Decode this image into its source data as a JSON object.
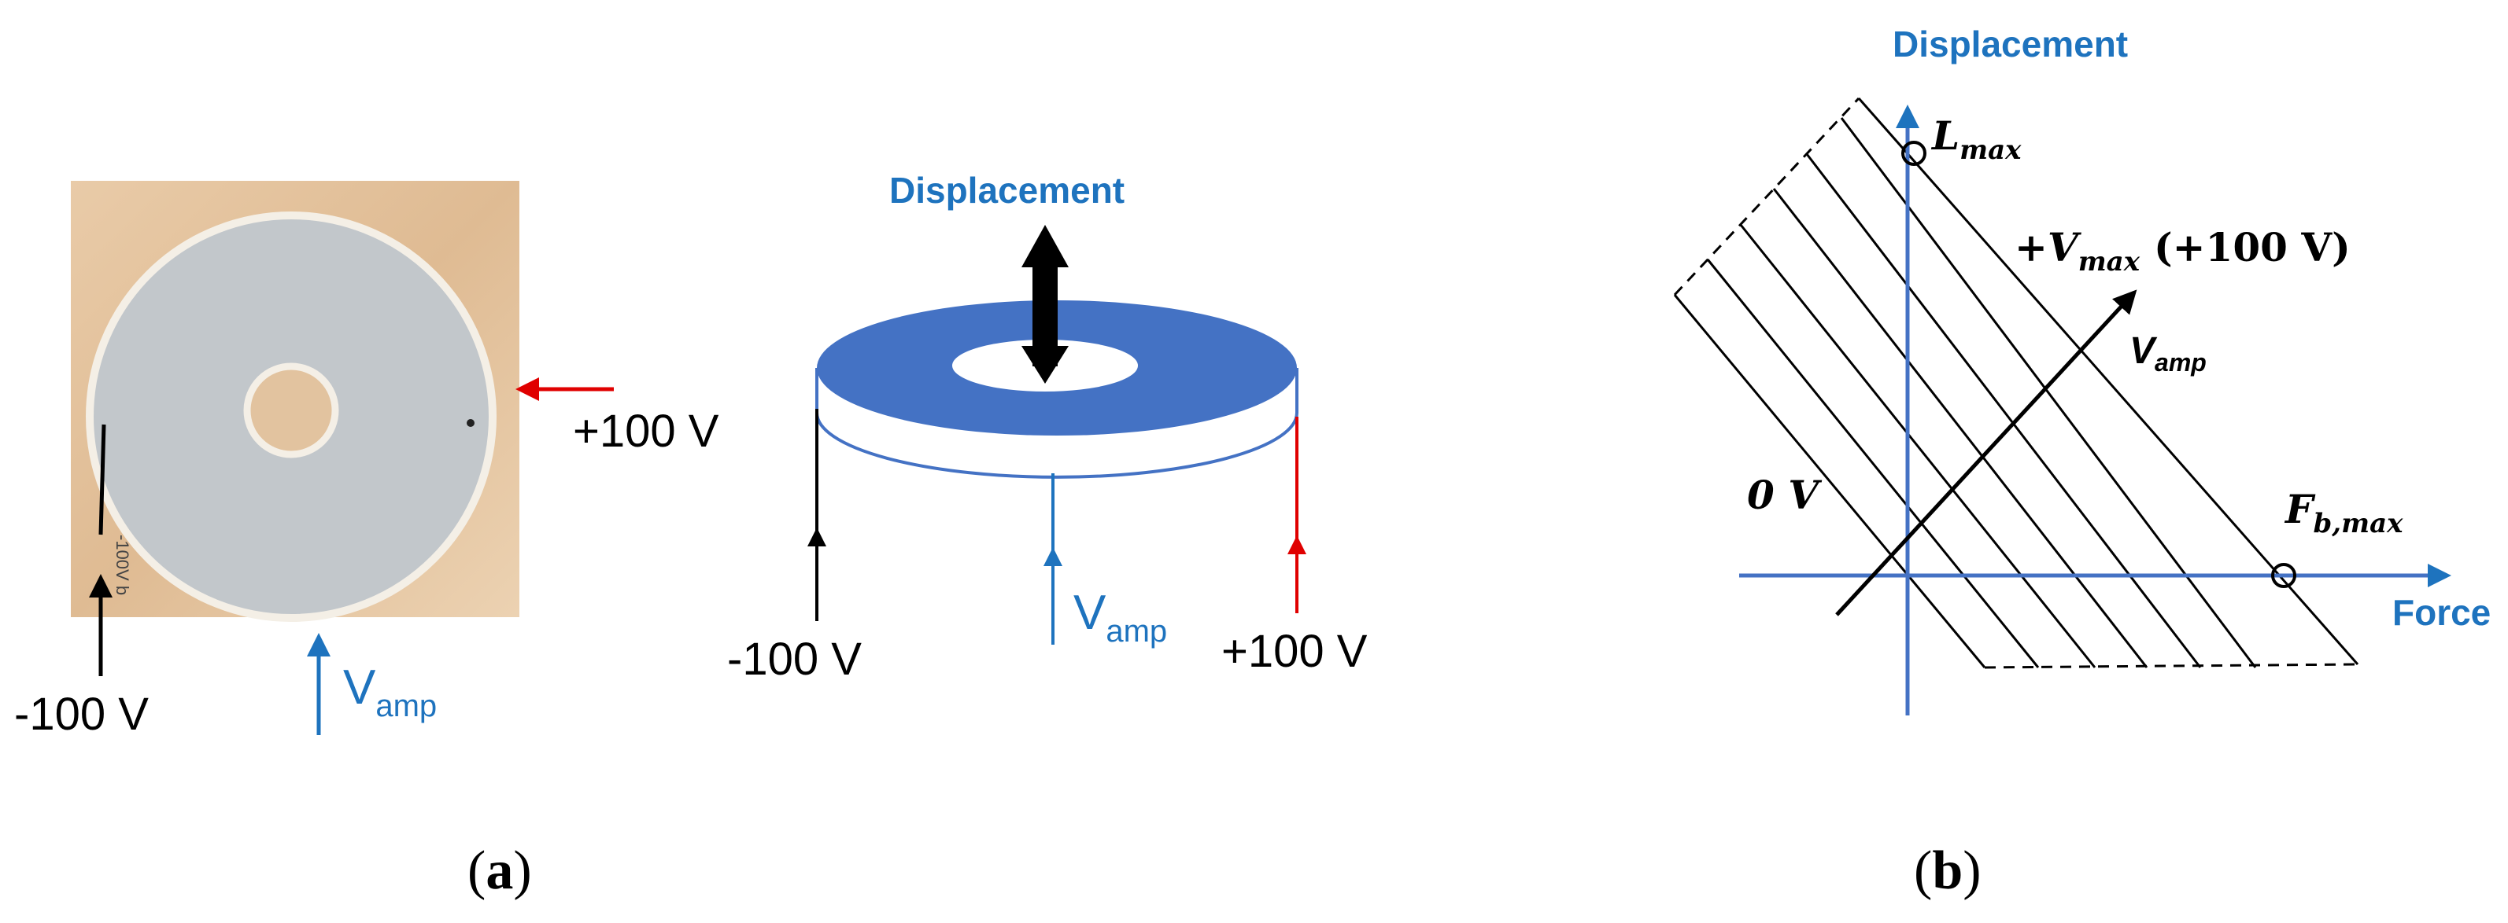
{
  "colors": {
    "blue": "#1e73be",
    "ring_fill": "#4472c4",
    "red": "#e00000",
    "black": "#000000",
    "disc_gray": "#c3c8cc",
    "wood": "#e7c9a6",
    "axis_blue": "#4472c4"
  },
  "panel_a": {
    "caption_open": "(",
    "caption_letter": "a",
    "caption_close": ")",
    "photo": {
      "neg_label": "-100 V",
      "pos_label": "+100 V",
      "vamp_main": "V",
      "vamp_sub": "amp",
      "disc_marking": "-100V b"
    },
    "schematic": {
      "title": "Displacement",
      "neg_label": "-100 V",
      "pos_label": "+100 V",
      "vamp_main": "V",
      "vamp_sub": "amp"
    }
  },
  "panel_b": {
    "caption_open": "(",
    "caption_letter": "b",
    "caption_close": ")",
    "y_axis_label": "Displacement",
    "x_axis_label": "Force",
    "lmax_main": "L",
    "lmax_sub": "max",
    "fb_main": "F",
    "fb_sub": "b,max",
    "vmax_prefix": "+V",
    "vmax_sub": "max",
    "vmax_value": "(+100 V)",
    "vamp_main": "V",
    "vamp_sub": "amp",
    "zero_label": "0 V"
  }
}
